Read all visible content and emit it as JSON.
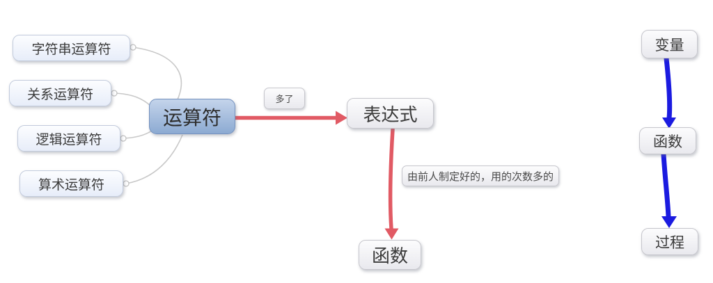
{
  "colors": {
    "red_arrow": "#E15A64",
    "blue_arrow": "#1B1BE0",
    "branch_line": "#C8C8C8",
    "dot_stroke": "#C2C2C2",
    "root_fill_top": "#C4D4EB",
    "root_fill_bottom": "#8CAAD2",
    "root_border": "#7390BD",
    "child_fill_top": "#FCFDFF",
    "child_fill_bottom": "#E7EDF9",
    "child_border": "#C2CBDC",
    "gray_fill_top": "#FCFCFD",
    "gray_fill_bottom": "#E9E9EE",
    "gray_border": "#C6C6CC"
  },
  "main": {
    "root": "运算符",
    "children": [
      "字符串运算符",
      "关系运算符",
      "逻辑运算符",
      "算术运算符"
    ],
    "expression": "表达式",
    "function": "函数",
    "arrow_label_more": "多了",
    "arrow_label_note": "由前人制定好的，用的次数多的"
  },
  "right": {
    "top": "变量",
    "middle": "函数",
    "bottom": "过程"
  }
}
